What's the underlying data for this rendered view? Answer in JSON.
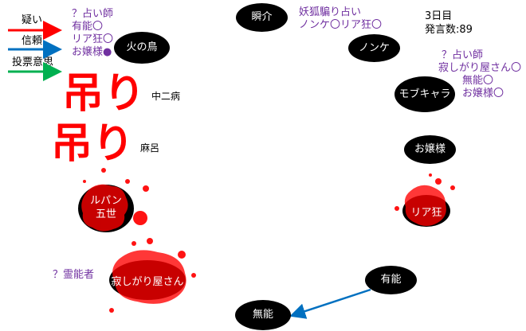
{
  "legend": {
    "doubt": "疑い",
    "trust": "信頼",
    "vote": "投票意思",
    "colors": {
      "doubt": "#ff0000",
      "trust": "#0070c0",
      "vote": "#00b050"
    }
  },
  "status": {
    "day": "3日目",
    "posts": "発言数:89"
  },
  "nodes": {
    "hinotori": "火の鳥",
    "shunsuke": "瞬介",
    "nonke": "ノンケ",
    "mob": "モブキャラ",
    "ojou": "お嬢様",
    "riakyou": "リア狂",
    "yuunou": "有能",
    "munou": "無能",
    "sabishi": "寂しがり屋さん",
    "lupin": "ルパン\n五世",
    "chuuni": "中二病",
    "maro": "麻呂"
  },
  "annotations": {
    "hinotori": [
      "？占い師",
      "有能〇",
      "リア狂〇",
      "お嬢様●"
    ],
    "shunsuke": [
      "妖狐騙り占い",
      "ノンケ〇リア狂〇"
    ],
    "mob": [
      "？占い師",
      "寂しがり屋さん〇",
      "無能〇",
      "お嬢様〇"
    ],
    "sabishi": "？霊能者"
  },
  "hanged": [
    "吊り",
    "吊り"
  ]
}
